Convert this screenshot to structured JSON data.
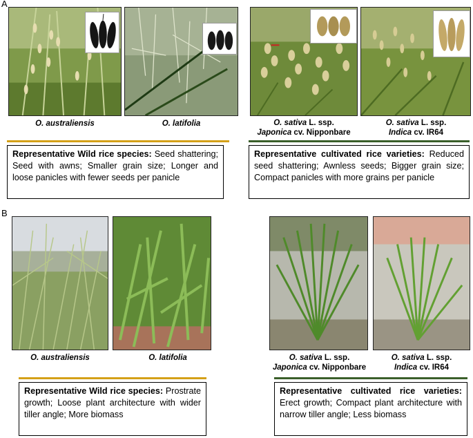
{
  "colors": {
    "wild_rule": "#d4a017",
    "cultivated_rule": "#3a5f2a"
  },
  "panelA": {
    "letter": "A",
    "photos": [
      {
        "caption_line1_italic": "O. australiensis",
        "caption_line1_rest": "",
        "caption_line2_italic": "",
        "caption_line2_rest": "",
        "seed_color": "#1a1a1a"
      },
      {
        "caption_line1_italic": "O. latifolia",
        "caption_line1_rest": "",
        "caption_line2_italic": "",
        "caption_line2_rest": "",
        "seed_color": "#1a1a1a"
      },
      {
        "caption_line1_italic": "O. sativa",
        "caption_line1_rest": " L. ssp.",
        "caption_line2_italic": "Japonica",
        "caption_line2_rest": " cv. Nipponbare",
        "seed_color": "#b39a5a"
      },
      {
        "caption_line1_italic": "O. sativa",
        "caption_line1_rest": " L. ssp.",
        "caption_line2_italic": "Indica",
        "caption_line2_rest": " cv. IR64",
        "seed_color": "#c4a968"
      }
    ],
    "wild_box": {
      "heading": "Representative Wild rice species:",
      "text": " Seed shattering; Seed with awns; Smaller grain size; Longer and loose panicles with fewer seeds per panicle"
    },
    "cultivated_box": {
      "heading": "Representative cultivated rice varieties:",
      "text": " Reduced seed shattering; Awnless seeds; Bigger grain size; Compact panicles with more grains per panicle"
    }
  },
  "panelB": {
    "letter": "B",
    "photos": [
      {
        "caption_line1_italic": "O. australiensis",
        "caption_line1_rest": "",
        "caption_line2_italic": "",
        "caption_line2_rest": ""
      },
      {
        "caption_line1_italic": "O. latifolia",
        "caption_line1_rest": "",
        "caption_line2_italic": "",
        "caption_line2_rest": ""
      },
      {
        "caption_line1_italic": "O. sativa",
        "caption_line1_rest": " L. ssp.",
        "caption_line2_italic": "Japonica",
        "caption_line2_rest": " cv. Nipponbare"
      },
      {
        "caption_line1_italic": "O. sativa",
        "caption_line1_rest": " L. ssp.",
        "caption_line2_italic": "Indica",
        "caption_line2_rest": " cv. IR64"
      }
    ],
    "wild_box": {
      "heading": "Representative Wild rice species:",
      "text": " Prostrate growth; Loose plant architecture with wider tiller angle; More biomass"
    },
    "cultivated_box": {
      "heading": "Representative cultivated rice varieties:",
      "text": " Erect growth; Compact plant architecture with narrow tiller angle; Less biomass"
    }
  }
}
